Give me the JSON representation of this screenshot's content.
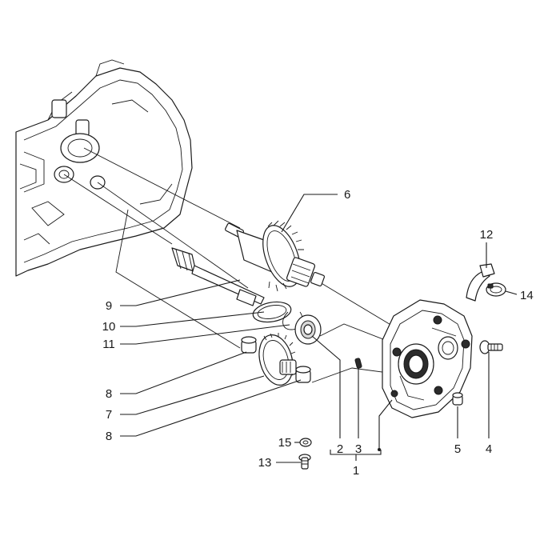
{
  "callouts": {
    "c1": "1",
    "c2": "2",
    "c3": "3",
    "c4": "4",
    "c5": "5",
    "c6": "6",
    "c7": "7",
    "c8a": "8",
    "c8b": "8",
    "c9": "9",
    "c10": "10",
    "c11": "11",
    "c12": "12",
    "c13": "13",
    "c14": "14",
    "c15": "15"
  }
}
